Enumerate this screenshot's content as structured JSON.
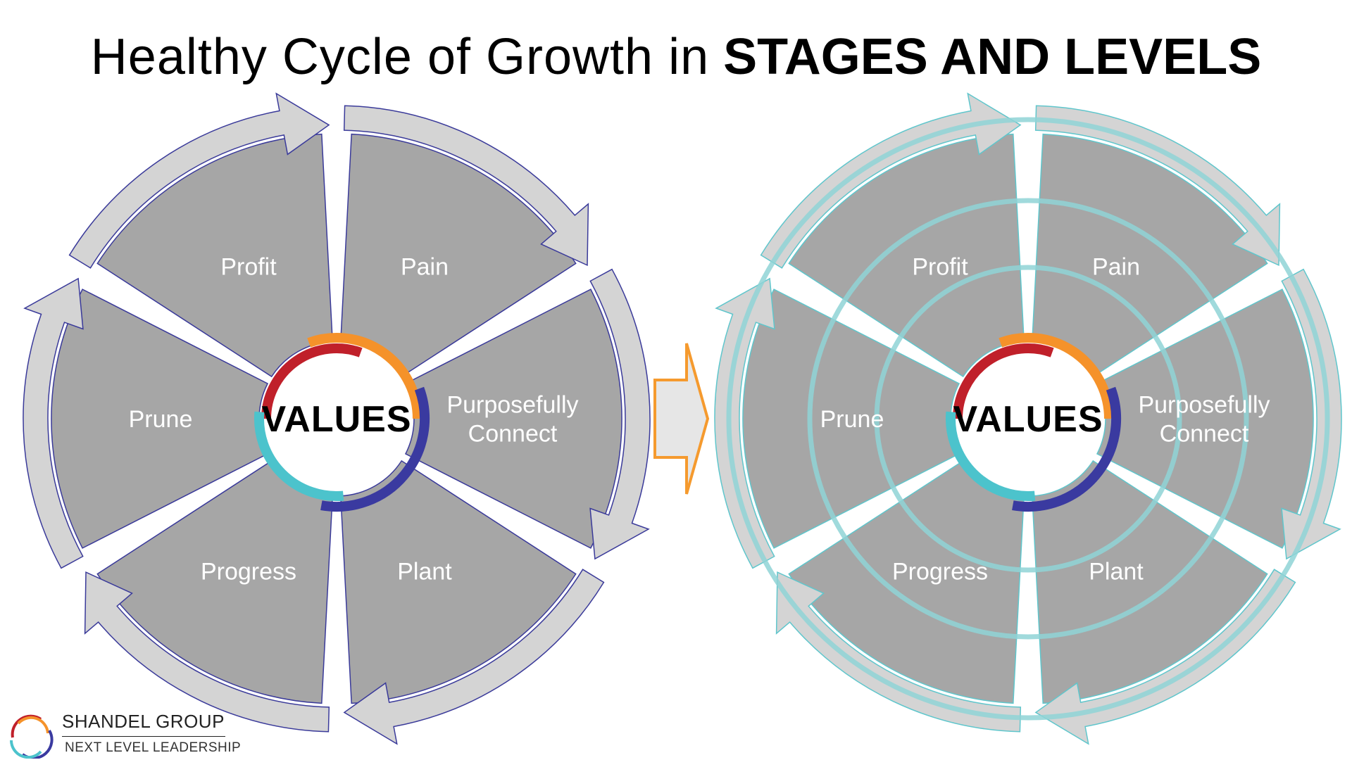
{
  "title": {
    "normal": "Healthy Cycle of Growth in",
    "bold": "STAGES AND LEVELS"
  },
  "diagrams": [
    {
      "center": "VALUES",
      "levels": false,
      "stages": [
        {
          "lines": [
            "Pain"
          ]
        },
        {
          "lines": [
            "Purposefully",
            "Connect"
          ]
        },
        {
          "lines": [
            "Plant"
          ]
        },
        {
          "lines": [
            "Progress"
          ]
        },
        {
          "lines": [
            "Prune"
          ]
        },
        {
          "lines": [
            "Profit"
          ]
        }
      ]
    },
    {
      "center": "VALUES",
      "levels": true,
      "stages": [
        {
          "lines": [
            "Pain"
          ]
        },
        {
          "lines": [
            "Purposefully",
            "Connect"
          ]
        },
        {
          "lines": [
            "Plant"
          ]
        },
        {
          "lines": [
            "Progress"
          ]
        },
        {
          "lines": [
            "Prune"
          ]
        },
        {
          "lines": [
            "Profit"
          ]
        }
      ]
    }
  ],
  "colors": {
    "segment": "#a6a6a6",
    "arrow": "#d4d4d4",
    "outline_left": "#3a3a9a",
    "outline_right": "#5fc6cc",
    "level_ring": "#8fd3d6",
    "transition_arrow": "#f59a2e",
    "swirl": [
      "#c0202a",
      "#f5922a",
      "#3a3aa0",
      "#4cc3cc"
    ]
  },
  "logo": {
    "brand": "SHANDEL GROUP",
    "tagline": "NEXT LEVEL LEADERSHIP"
  }
}
